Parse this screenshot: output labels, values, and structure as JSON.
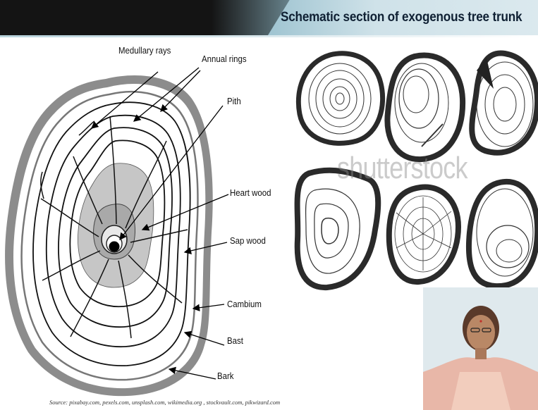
{
  "header": {
    "title": "Schematic section of exogenous tree trunk"
  },
  "diagram": {
    "labels": {
      "medullary_rays": "Medullary rays",
      "annual_rings": "Annual rings",
      "pith": "Pith",
      "heart_wood": "Heart wood",
      "sap_wood": "Sap wood",
      "cambium": "Cambium",
      "bast": "Bast",
      "bark": "Bark"
    }
  },
  "watermark": "shutterstock",
  "source": "Source: pixabay.com, pexels.com, unsplash.com, wikimedia.org , stockvault.com, pikwizard.com",
  "colors": {
    "header_dark": "#141414",
    "header_accent": "#cfe2e9",
    "heartwood": "#c4c4c4",
    "bark": "#8a8a8a"
  }
}
